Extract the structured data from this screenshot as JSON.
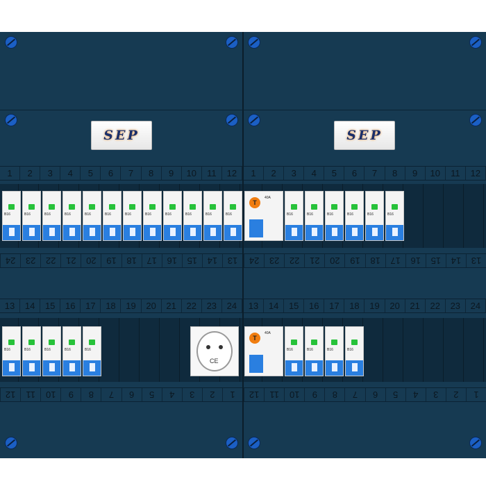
{
  "brand": {
    "logo_text": "SEP"
  },
  "colors": {
    "enclosure": "#163a52",
    "screw": "#1b5fc4",
    "breaker_handle": "#2a7fe0",
    "indicator": "#27c23a",
    "test_button": "#f07d10"
  },
  "numbering": {
    "row1": [
      "1",
      "2",
      "3",
      "4",
      "5",
      "6",
      "7",
      "8",
      "9",
      "10",
      "11",
      "12"
    ],
    "row1_flipped": [
      "13",
      "14",
      "15",
      "16",
      "17",
      "18",
      "19",
      "20",
      "21",
      "22",
      "23",
      "24"
    ],
    "row2": [
      "13",
      "14",
      "15",
      "16",
      "17",
      "18",
      "19",
      "20",
      "21",
      "22",
      "23",
      "24"
    ],
    "row2_flipped": [
      "1",
      "2",
      "3",
      "4",
      "5",
      "6",
      "7",
      "8",
      "9",
      "10",
      "11",
      "12"
    ]
  },
  "devices": {
    "mcb_rating": "B16",
    "rcd_rating": "40A",
    "rcd_type": "RCCB",
    "test_label": "T",
    "socket_mark": "CE"
  }
}
